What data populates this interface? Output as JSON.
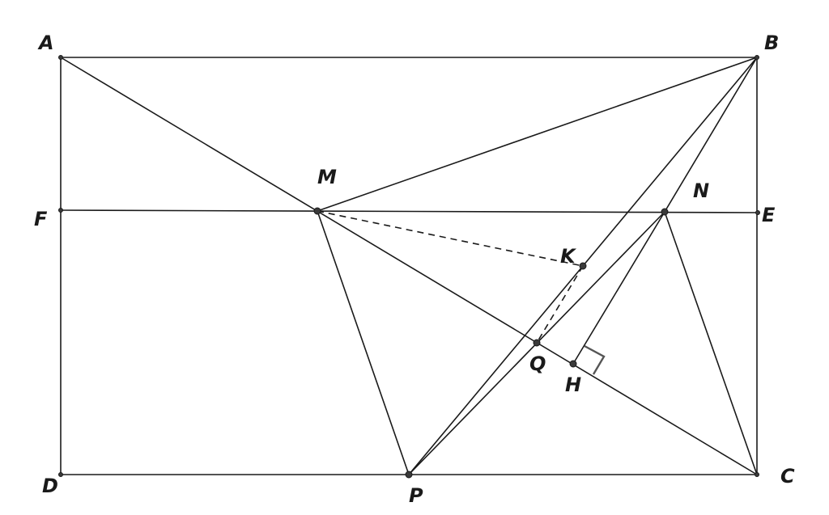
{
  "points": {
    "A": "A",
    "B": "B",
    "C": "C",
    "D": "D",
    "E": "E",
    "F": "F",
    "M": "M",
    "N": "N",
    "K": "K",
    "Q": "Q",
    "H": "H",
    "P": "P"
  },
  "segments": [
    "AB",
    "AD",
    "BC",
    "DC",
    "FE",
    "AC",
    "MB",
    "MP",
    "BP",
    "PN",
    "NH",
    "NC",
    "BN"
  ],
  "dashed_segments": [
    "MK",
    "KQ"
  ],
  "right_angle": "H",
  "colors": {
    "stroke": "#1a1a1a",
    "point": "#3a3a3a",
    "right_angle_mark": "#555555"
  }
}
